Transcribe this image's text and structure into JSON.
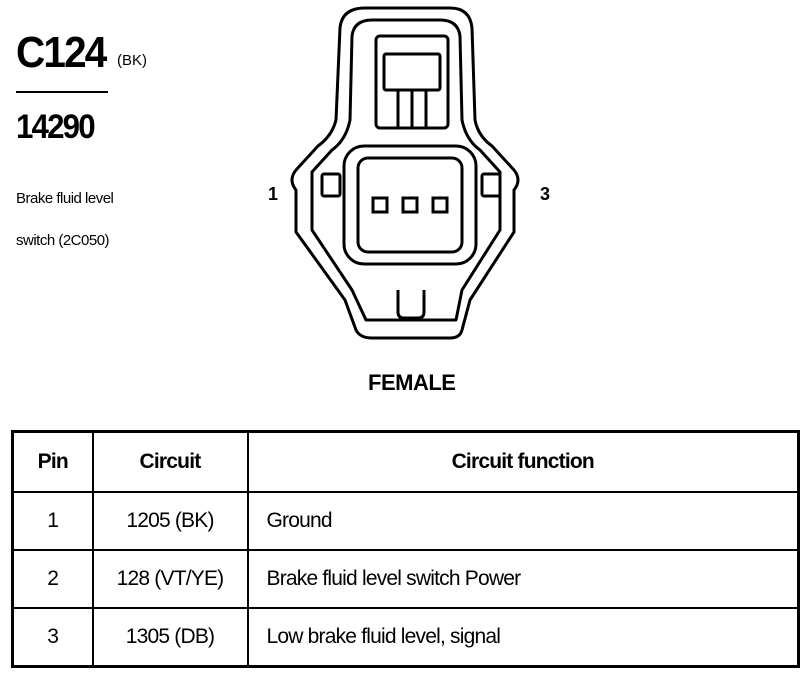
{
  "header": {
    "connector_id": "C124",
    "color_code": "(BK)",
    "part_number": "14290",
    "description_line1": "Brake fluid level",
    "description_line2": "switch (2C050)"
  },
  "connector": {
    "pin_left_label": "1",
    "pin_right_label": "3",
    "view_label": "FEMALE"
  },
  "table": {
    "headers": [
      "Pin",
      "Circuit",
      "Circuit function"
    ],
    "rows": [
      {
        "pin": "1",
        "circuit": "1205 (BK)",
        "function": "Ground"
      },
      {
        "pin": "2",
        "circuit": "128 (VT/YE)",
        "function": "Brake fluid level switch  Power"
      },
      {
        "pin": "3",
        "circuit": "1305 (DB)",
        "function": "Low brake fluid level, signal"
      }
    ]
  }
}
